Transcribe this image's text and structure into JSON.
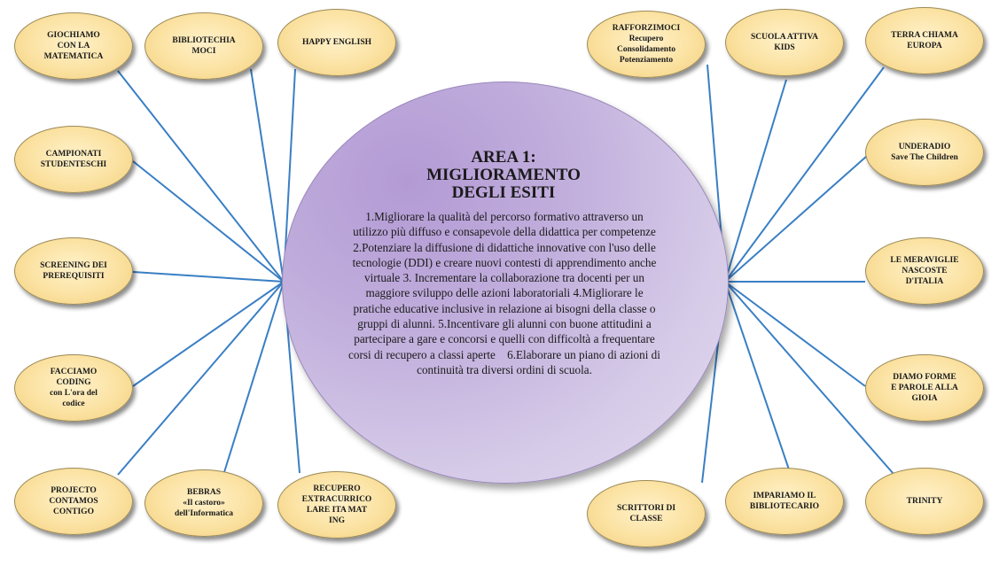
{
  "center": {
    "title_lines": [
      "AREA 1:",
      "MIGLIORAMENTO",
      "DEGLI ESITI"
    ],
    "objectives": [
      "1.Migliorare la qualità del percorso formativo attraverso un utilizzo più diffuso e consapevole della didattica per competenze",
      "2.Potenziare la diffusione di didattiche innovative con l'uso delle tecnologie (DDI) e creare nuovi contesti di apprendimento anche virtuale",
      "3. Incrementare la collaborazione tra docenti per un maggiore sviluppo delle azioni laboratoriali",
      "4.Migliorare le pratiche educative inclusive in relazione ai bisogni della classe o gruppi di alunni.",
      "5.Incentivare gli alunni con buone attitudini a partecipare a gare e concorsi e quelli con difficoltà a frequentare corsi di recupero a classi aperte",
      "6.Elaborare un piano di azioni di continuità tra diversi ordini di scuola."
    ]
  },
  "colors": {
    "connector": "#3a7fc4",
    "node_fill": "#fbe2a2",
    "center_fill": "#c2b0dd"
  },
  "projects": [
    {
      "label": "GIOCHIAMO\nCON LA\nMATEMATICA"
    },
    {
      "label": "BIBLIOTECHIA\nMOCI"
    },
    {
      "label": "HAPPY ENGLISH"
    },
    {
      "label": "CAMPIONATI\nSTUDENTESCHI"
    },
    {
      "label": "SCREENING DEI\nPREREQUISITI"
    },
    {
      "label": "FACCIAMO\nCODING\ncon L'ora del\ncodice"
    },
    {
      "label": "PROJECTO\nCONTAMOS\nCONTIGO"
    },
    {
      "label": "BEBRAS\n«Il castoro»\ndell'Informatica"
    },
    {
      "label": "RECUPERO\nEXTRACURRICO\nLARE ITA MAT\nING"
    },
    {
      "label": "RAFFORZIMOCI\nRecupero\nConsolidamento\nPotenziamento"
    },
    {
      "label": "SCUOLA ATTIVA\nKIDS"
    },
    {
      "label": "TERRA CHIAMA\nEUROPA"
    },
    {
      "label": "UNDERADIO\nSave The Children"
    },
    {
      "label": "LE MERAVIGLIE\nNASCOSTE\nD'ITALIA"
    },
    {
      "label": "DIAMO FORME\nE PAROLE ALLA\nGIOIA"
    },
    {
      "label": "SCRITTORI DI\nCLASSE"
    },
    {
      "label": "IMPARIAMO IL\nBIBLIOTECARIO"
    },
    {
      "label": "TRINITY"
    }
  ]
}
